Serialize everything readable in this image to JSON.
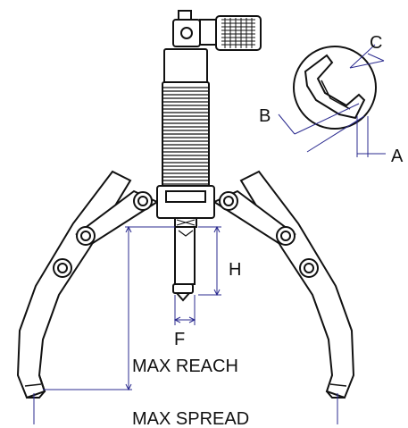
{
  "labels": {
    "max_reach": "MAX REACH",
    "max_spread": "MAX SPREAD",
    "h": "H",
    "f": "F",
    "a": "A",
    "b": "B",
    "c": "C"
  },
  "colors": {
    "outline": "#111111",
    "dimension_line": "#2b2b8f",
    "background": "#ffffff"
  }
}
